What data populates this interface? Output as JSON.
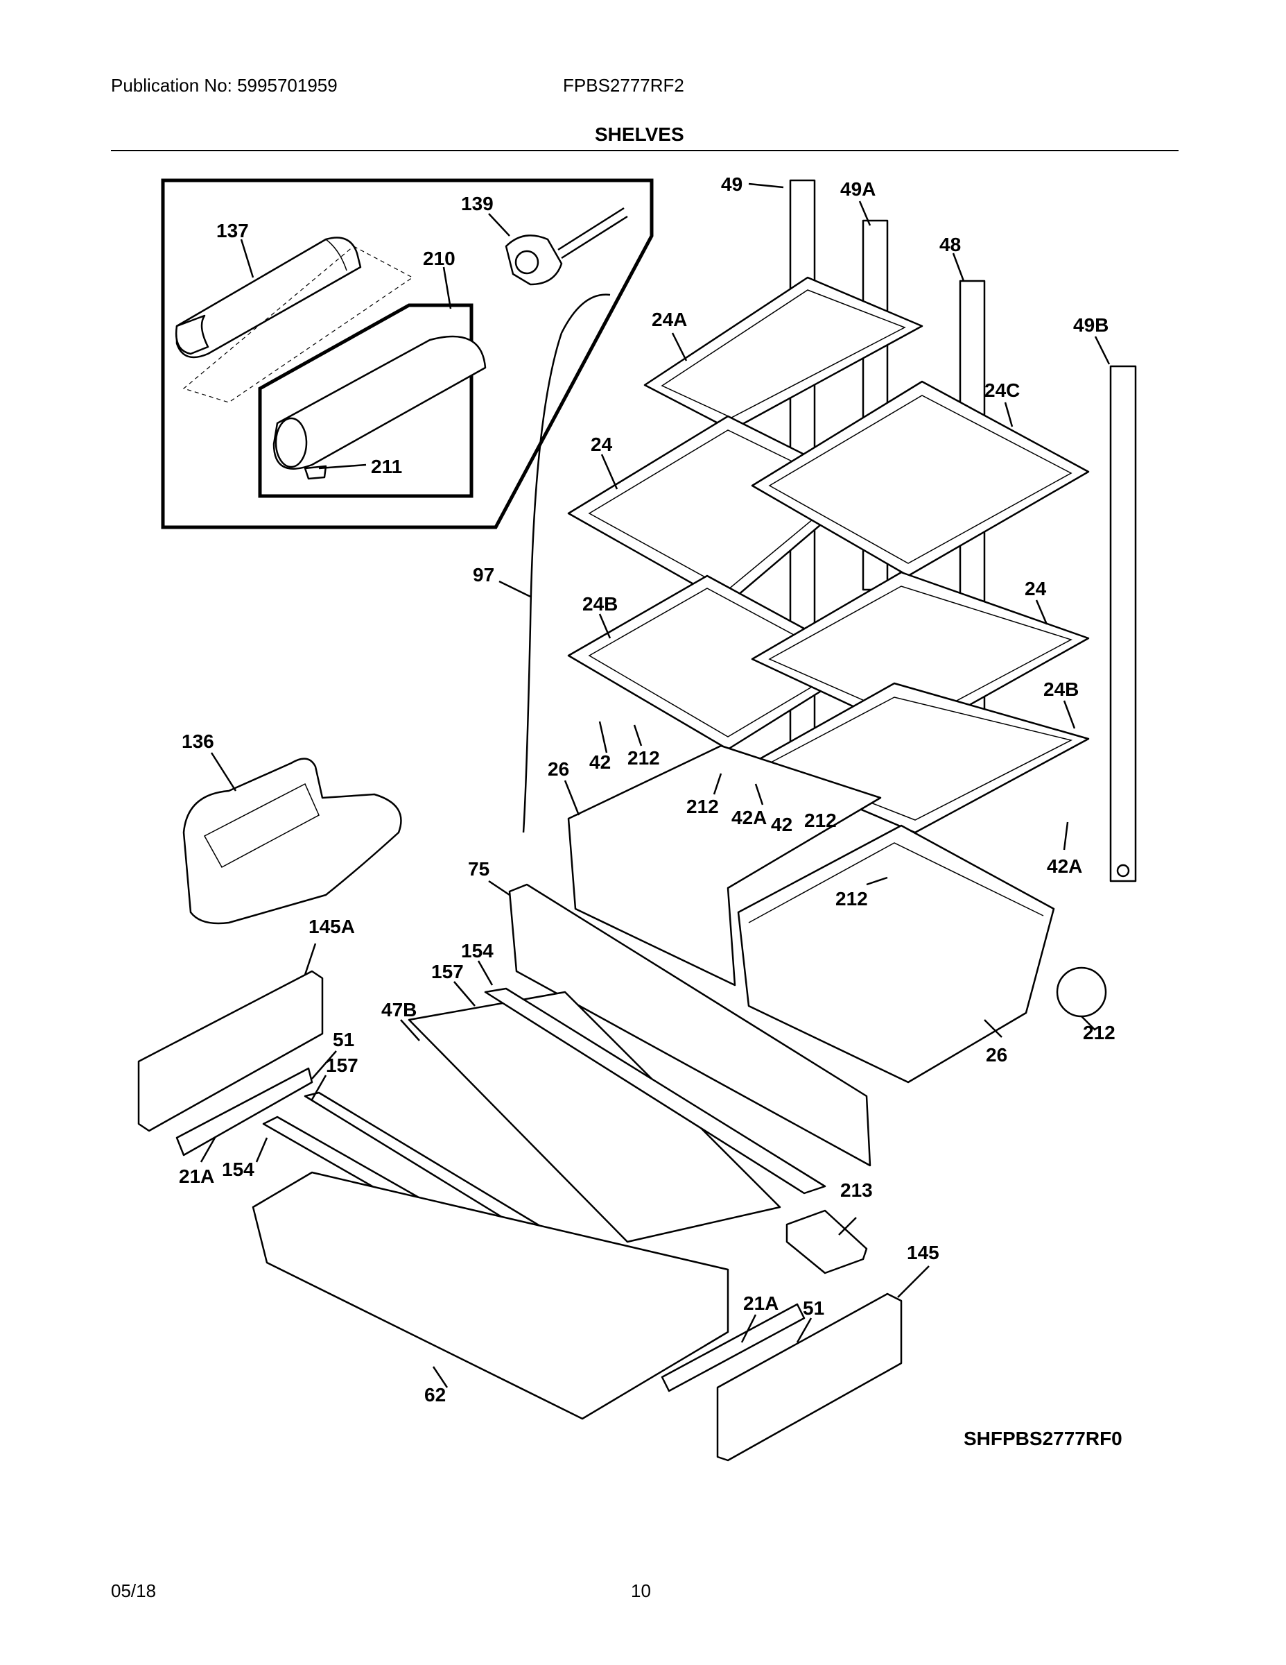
{
  "header": {
    "publication": "Publication No: 5995701959",
    "model": "FPBS2777RF2",
    "section_title": "SHELVES"
  },
  "diagram": {
    "reference_code": "SHFPBS2777RF0",
    "callouts": [
      {
        "id": "c-137",
        "text": "137"
      },
      {
        "id": "c-139",
        "text": "139"
      },
      {
        "id": "c-210",
        "text": "210"
      },
      {
        "id": "c-211",
        "text": "211"
      },
      {
        "id": "c-49",
        "text": "49"
      },
      {
        "id": "c-49A",
        "text": "49A"
      },
      {
        "id": "c-48",
        "text": "48"
      },
      {
        "id": "c-49B",
        "text": "49B"
      },
      {
        "id": "c-24A",
        "text": "24A"
      },
      {
        "id": "c-24C",
        "text": "24C"
      },
      {
        "id": "c-24-left",
        "text": "24"
      },
      {
        "id": "c-24-right",
        "text": "24"
      },
      {
        "id": "c-97",
        "text": "97"
      },
      {
        "id": "c-24B-left",
        "text": "24B"
      },
      {
        "id": "c-24B-right",
        "text": "24B"
      },
      {
        "id": "c-136",
        "text": "136"
      },
      {
        "id": "c-42-left",
        "text": "42"
      },
      {
        "id": "c-212-a",
        "text": "212"
      },
      {
        "id": "c-26-left",
        "text": "26"
      },
      {
        "id": "c-212-b",
        "text": "212"
      },
      {
        "id": "c-42A-mid",
        "text": "42A"
      },
      {
        "id": "c-42-mid",
        "text": "42"
      },
      {
        "id": "c-212-c",
        "text": "212"
      },
      {
        "id": "c-42A-right",
        "text": "42A"
      },
      {
        "id": "c-212-d",
        "text": "212"
      },
      {
        "id": "c-75",
        "text": "75"
      },
      {
        "id": "c-145A",
        "text": "145A"
      },
      {
        "id": "c-154-top",
        "text": "154"
      },
      {
        "id": "c-157-top",
        "text": "157"
      },
      {
        "id": "c-47B",
        "text": "47B"
      },
      {
        "id": "c-51-left",
        "text": "51"
      },
      {
        "id": "c-157-mid",
        "text": "157"
      },
      {
        "id": "c-212-e",
        "text": "212"
      },
      {
        "id": "c-26-right",
        "text": "26"
      },
      {
        "id": "c-21A-left",
        "text": "21A"
      },
      {
        "id": "c-154-bottom",
        "text": "154"
      },
      {
        "id": "c-213",
        "text": "213"
      },
      {
        "id": "c-145",
        "text": "145"
      },
      {
        "id": "c-21A-right",
        "text": "21A"
      },
      {
        "id": "c-51-right",
        "text": "51"
      },
      {
        "id": "c-62",
        "text": "62"
      }
    ]
  },
  "footer": {
    "date": "05/18",
    "page": "10"
  }
}
